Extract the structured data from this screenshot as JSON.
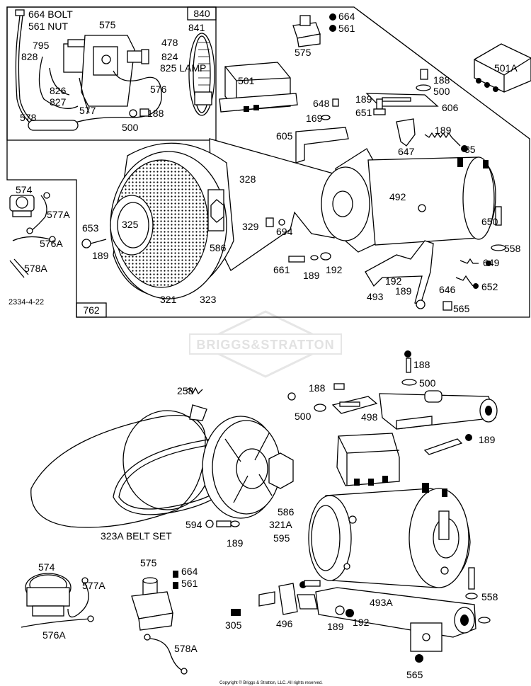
{
  "watermark": "BRIGGS&STRATTON",
  "copyright": "Copyright © Briggs & Stratton, LLC. All rights reserved.",
  "drawing_number": "2334-4-22",
  "boxes": {
    "inset_840": "840",
    "main_762": "762"
  },
  "labels": {
    "l664bolt": "664 BOLT",
    "l561nut": "561 NUT",
    "l575a": "575",
    "l795": "795",
    "l828": "828",
    "l478": "478",
    "l824": "824",
    "l825lamp": "825 LAMP",
    "l826": "826",
    "l827": "827",
    "l576": "576",
    "l577": "577",
    "l578a": "578",
    "l500a": "500",
    "l188a": "188",
    "l841": "841",
    "l501": "501",
    "l664b": "664",
    "l561b": "561",
    "l575b": "575",
    "l188b": "188",
    "l500b": "500",
    "l501a": "501A",
    "l648": "648",
    "l169": "169",
    "l189a": "189",
    "l651": "651",
    "l606": "606",
    "l605": "605",
    "l647": "647",
    "l189b": "189",
    "l85": "85",
    "l328": "328",
    "l492": "492",
    "l574a": "574",
    "l577a1": "577A",
    "l576a1": "576A",
    "l578a1": "578A",
    "l653": "653",
    "l189c": "189",
    "l325": "325",
    "l329": "329",
    "l694": "694",
    "l586a": "586",
    "l650": "650",
    "l558a": "558",
    "l649": "649",
    "l661": "661",
    "l189d": "189",
    "l192a": "192",
    "l493": "493",
    "l192b": "192",
    "l189e": "189",
    "l646": "646",
    "l652": "652",
    "l565a": "565",
    "l321": "321",
    "l323": "323",
    "l188c": "188",
    "l500c": "500",
    "l188d": "188",
    "l500d": "500",
    "l498": "498",
    "l189f": "189",
    "l258": "258",
    "l586b": "586",
    "l321a": "321A",
    "l595": "595",
    "l594": "594",
    "l189g": "189",
    "l323a": "323A BELT SET",
    "l574b": "574",
    "l577a2": "577A",
    "l576a2": "576A",
    "l578a2": "578A",
    "l575c": "575",
    "l664c": "664",
    "l561c": "561",
    "l305": "305",
    "l496": "496",
    "l189h": "189",
    "l192c": "192",
    "l493a": "493A",
    "l558b": "558",
    "l565b": "565"
  }
}
